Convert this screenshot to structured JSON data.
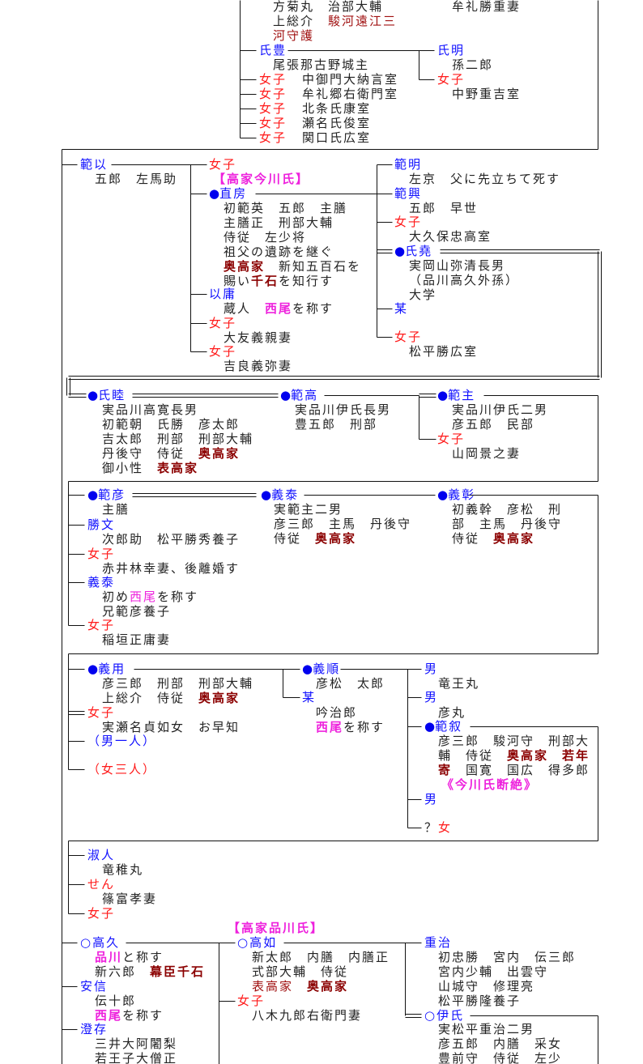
{
  "colors": {
    "name": "#1010ff",
    "female": "#ff1a1a",
    "title": "#8b0000",
    "house": "#ee22dd",
    "text": "#222222"
  },
  "blocks": [
    {
      "lines": [
        [
          [
            "方菊丸　治部大輔",
            "k"
          ]
        ],
        [
          [
            "上総介　",
            "k"
          ],
          [
            "駿河遠江三",
            "dn"
          ]
        ],
        [
          [
            "河守護",
            "dn"
          ]
        ]
      ]
    },
    {
      "lines": [
        [
          [
            "牟礼勝重妻",
            "k"
          ]
        ]
      ]
    },
    {
      "lines": [
        [
          [
            "氏豊",
            "b"
          ]
        ]
      ]
    },
    {
      "lines": [
        [
          [
            "尾張那古野城主",
            "k"
          ]
        ]
      ]
    },
    {
      "lines": [
        [
          [
            "女子",
            "r"
          ]
        ],
        [
          [
            "女子",
            "r"
          ]
        ],
        [
          [
            "女子",
            "r"
          ]
        ],
        [
          [
            "女子",
            "r"
          ]
        ],
        [
          [
            "女子",
            "r"
          ]
        ]
      ]
    },
    {
      "lines": [
        [
          [
            "中御門大納言室",
            "k"
          ]
        ],
        [
          [
            "牟礼郷右衛門室",
            "k"
          ]
        ],
        [
          [
            "北条氏康室",
            "k"
          ]
        ],
        [
          [
            "瀬名氏俊室",
            "k"
          ]
        ],
        [
          [
            "関口氏広室",
            "k"
          ]
        ]
      ]
    },
    {
      "lines": [
        [
          [
            "氏明",
            "b"
          ]
        ]
      ]
    },
    {
      "lines": [
        [
          [
            "孫二郎",
            "k"
          ]
        ]
      ]
    },
    {
      "lines": [
        [
          [
            "女子",
            "r"
          ]
        ]
      ]
    },
    {
      "lines": [
        [
          [
            "中野重吉室",
            "k"
          ]
        ]
      ]
    },
    {
      "lines": [
        [
          [
            "範以",
            "b"
          ]
        ]
      ]
    },
    {
      "lines": [
        [
          [
            "五郎　左馬助",
            "k"
          ]
        ]
      ]
    },
    {
      "lines": [
        [
          [
            "女子",
            "r"
          ]
        ]
      ]
    },
    {
      "lines": [
        [
          [
            "【高家今川氏】",
            "m"
          ]
        ]
      ]
    },
    {
      "lines": [
        [
          [
            "●",
            "dot"
          ],
          [
            "直房",
            "b"
          ]
        ]
      ]
    },
    {
      "lines": [
        [
          [
            "初範英　五郎　主膳",
            "k"
          ]
        ],
        [
          [
            "主膳正　刑部大輔",
            "k"
          ]
        ],
        [
          [
            "侍従　左少将",
            "k"
          ]
        ],
        [
          [
            "祖父の遺跡を継ぐ",
            "k"
          ]
        ],
        [
          [
            "奥高家",
            "d"
          ],
          [
            "　新知五百石を",
            "k"
          ]
        ],
        [
          [
            "賜い",
            "k"
          ],
          [
            "千石",
            "d"
          ],
          [
            "を知行す",
            "k"
          ]
        ]
      ]
    },
    {
      "lines": [
        [
          [
            "以庸",
            "b"
          ]
        ]
      ]
    },
    {
      "lines": [
        [
          [
            "蔵人　",
            "k"
          ],
          [
            "西尾",
            "m"
          ],
          [
            "を称す",
            "k"
          ]
        ]
      ]
    },
    {
      "lines": [
        [
          [
            "女子",
            "r"
          ]
        ]
      ]
    },
    {
      "lines": [
        [
          [
            "大友義親妻",
            "k"
          ]
        ]
      ]
    },
    {
      "lines": [
        [
          [
            "女子",
            "r"
          ]
        ]
      ]
    },
    {
      "lines": [
        [
          [
            "吉良義弥妻",
            "k"
          ]
        ]
      ]
    },
    {
      "lines": [
        [
          [
            "範明",
            "b"
          ]
        ]
      ]
    },
    {
      "lines": [
        [
          [
            "左京　父に先立ちて死す",
            "k"
          ]
        ]
      ]
    },
    {
      "lines": [
        [
          [
            "範興",
            "b"
          ]
        ]
      ]
    },
    {
      "lines": [
        [
          [
            "五郎　早世",
            "k"
          ]
        ]
      ]
    },
    {
      "lines": [
        [
          [
            "女子",
            "r"
          ]
        ]
      ]
    },
    {
      "lines": [
        [
          [
            "大久保忠高室",
            "k"
          ]
        ]
      ]
    },
    {
      "lines": [
        [
          [
            "●",
            "dot"
          ],
          [
            "氏堯",
            "b"
          ]
        ]
      ]
    },
    {
      "lines": [
        [
          [
            "実岡山弥清長男",
            "k"
          ]
        ],
        [
          [
            "（品川高久外孫）",
            "k"
          ]
        ],
        [
          [
            "大学",
            "k"
          ]
        ]
      ]
    },
    {
      "lines": [
        [
          [
            "某",
            "b"
          ]
        ]
      ]
    },
    {
      "lines": [
        [
          [
            "女子",
            "r"
          ]
        ]
      ]
    },
    {
      "lines": [
        [
          [
            "松平勝広室",
            "k"
          ]
        ]
      ]
    },
    {
      "lines": [
        [
          [
            "●",
            "dot"
          ],
          [
            "氏睦",
            "b"
          ]
        ]
      ]
    },
    {
      "lines": [
        [
          [
            "実品川高寛長男",
            "k"
          ]
        ],
        [
          [
            "初範朝　氏勝　彦太郎",
            "k"
          ]
        ],
        [
          [
            "吉太郎　刑部　刑部大輔",
            "k"
          ]
        ],
        [
          [
            "丹後守　侍従　",
            "k"
          ],
          [
            "奥高家",
            "d"
          ]
        ],
        [
          [
            "御小性　",
            "k"
          ],
          [
            "表高家",
            "d"
          ]
        ]
      ]
    },
    {
      "lines": [
        [
          [
            "●",
            "dot"
          ],
          [
            "範高",
            "b"
          ]
        ]
      ]
    },
    {
      "lines": [
        [
          [
            "実品川伊氏長男",
            "k"
          ]
        ],
        [
          [
            "豊五郎　刑部",
            "k"
          ]
        ]
      ]
    },
    {
      "lines": [
        [
          [
            "●",
            "dot"
          ],
          [
            "範主",
            "b"
          ]
        ]
      ]
    },
    {
      "lines": [
        [
          [
            "実品川伊氏二男",
            "k"
          ]
        ],
        [
          [
            "彦五郎　民部",
            "k"
          ]
        ]
      ]
    },
    {
      "lines": [
        [
          [
            "女子",
            "r"
          ]
        ]
      ]
    },
    {
      "lines": [
        [
          [
            "山岡景之妻",
            "k"
          ]
        ]
      ]
    },
    {
      "lines": [
        [
          [
            "●",
            "dot"
          ],
          [
            "範彦",
            "b"
          ]
        ]
      ]
    },
    {
      "lines": [
        [
          [
            "主膳",
            "k"
          ]
        ]
      ]
    },
    {
      "lines": [
        [
          [
            "勝文",
            "b"
          ]
        ]
      ]
    },
    {
      "lines": [
        [
          [
            "次郎助　松平勝秀養子",
            "k"
          ]
        ]
      ]
    },
    {
      "lines": [
        [
          [
            "女子",
            "r"
          ]
        ]
      ]
    },
    {
      "lines": [
        [
          [
            "赤井林幸妻、後離婚す",
            "k"
          ]
        ]
      ]
    },
    {
      "lines": [
        [
          [
            "義泰",
            "b"
          ]
        ]
      ]
    },
    {
      "lines": [
        [
          [
            "初め",
            "k"
          ],
          [
            "西尾",
            "mn"
          ],
          [
            "を称す",
            "k"
          ]
        ],
        [
          [
            "兄範彦養子",
            "k"
          ]
        ]
      ]
    },
    {
      "lines": [
        [
          [
            "女子",
            "r"
          ]
        ]
      ]
    },
    {
      "lines": [
        [
          [
            "稲垣正庸妻",
            "k"
          ]
        ]
      ]
    },
    {
      "lines": [
        [
          [
            "●",
            "dot"
          ],
          [
            "義泰",
            "b"
          ]
        ]
      ]
    },
    {
      "lines": [
        [
          [
            "実範主二男",
            "k"
          ]
        ],
        [
          [
            "彦三郎　主馬　丹後守",
            "k"
          ]
        ],
        [
          [
            "侍従　",
            "k"
          ],
          [
            "奥高家",
            "d"
          ]
        ]
      ]
    },
    {
      "lines": [
        [
          [
            "●",
            "dot"
          ],
          [
            "義彰",
            "b"
          ]
        ]
      ]
    },
    {
      "lines": [
        [
          [
            "初義幹　彦松　刑",
            "k"
          ]
        ],
        [
          [
            "部　主馬　丹後守",
            "k"
          ]
        ],
        [
          [
            "侍従　",
            "k"
          ],
          [
            "奥高家",
            "d"
          ]
        ]
      ]
    },
    {
      "lines": [
        [
          [
            "●",
            "dot"
          ],
          [
            "義用",
            "b"
          ]
        ]
      ]
    },
    {
      "lines": [
        [
          [
            "彦三郎　刑部　刑部大輔",
            "k"
          ]
        ],
        [
          [
            "上総介　侍従　",
            "k"
          ],
          [
            "奥高家",
            "d"
          ]
        ]
      ]
    },
    {
      "lines": [
        [
          [
            "女子",
            "r"
          ]
        ]
      ]
    },
    {
      "lines": [
        [
          [
            "実瀬名貞如女　お早知",
            "k"
          ]
        ]
      ]
    },
    {
      "lines": [
        [
          [
            "（男一人）",
            "b"
          ]
        ]
      ]
    },
    {
      "lines": [
        [
          [
            "（女三人）",
            "r"
          ]
        ]
      ]
    },
    {
      "lines": [
        [
          [
            "●",
            "dot"
          ],
          [
            "義順",
            "b"
          ]
        ]
      ]
    },
    {
      "lines": [
        [
          [
            "彦松　太郎",
            "k"
          ]
        ]
      ]
    },
    {
      "lines": [
        [
          [
            "某",
            "b"
          ]
        ]
      ]
    },
    {
      "lines": [
        [
          [
            "吟治郎",
            "k"
          ]
        ],
        [
          [
            "西尾",
            "m"
          ],
          [
            "を称す",
            "k"
          ]
        ]
      ]
    },
    {
      "lines": [
        [
          [
            "男",
            "b"
          ]
        ]
      ]
    },
    {
      "lines": [
        [
          [
            "竜王丸",
            "k"
          ]
        ]
      ]
    },
    {
      "lines": [
        [
          [
            "男",
            "b"
          ]
        ]
      ]
    },
    {
      "lines": [
        [
          [
            "彦丸",
            "k"
          ]
        ]
      ]
    },
    {
      "lines": [
        [
          [
            "●",
            "dot"
          ],
          [
            "範叙",
            "b"
          ]
        ]
      ]
    },
    {
      "lines": [
        [
          [
            "彦三郎　駿河守　刑部大",
            "k"
          ]
        ],
        [
          [
            "輔　侍従　",
            "k"
          ],
          [
            "奥高家",
            "d"
          ],
          [
            "　",
            "k"
          ],
          [
            "若年",
            "d"
          ]
        ],
        [
          [
            "寄",
            "d"
          ],
          [
            "　国寛　国広　得多郎",
            "k"
          ]
        ]
      ]
    },
    {
      "lines": [
        [
          [
            "《今川氏断絶》",
            "m"
          ]
        ]
      ]
    },
    {
      "lines": [
        [
          [
            "男",
            "b"
          ]
        ]
      ]
    },
    {
      "lines": [
        [
          [
            "？",
            "k"
          ],
          [
            "女",
            "r"
          ]
        ]
      ]
    },
    {
      "lines": [
        [
          [
            "淑人",
            "b"
          ]
        ]
      ]
    },
    {
      "lines": [
        [
          [
            "竜稚丸",
            "k"
          ]
        ]
      ]
    },
    {
      "lines": [
        [
          [
            "せん",
            "r"
          ]
        ]
      ]
    },
    {
      "lines": [
        [
          [
            "篠富孝妻",
            "k"
          ]
        ]
      ]
    },
    {
      "lines": [
        [
          [
            "女子",
            "r"
          ]
        ]
      ]
    },
    {
      "lines": [
        [
          [
            "【高家品川氏】",
            "m"
          ]
        ]
      ]
    },
    {
      "lines": [
        [
          [
            "○",
            "b"
          ],
          [
            "高久",
            "b"
          ]
        ]
      ]
    },
    {
      "lines": [
        [
          [
            "品川",
            "m"
          ],
          [
            "と称す",
            "k"
          ]
        ],
        [
          [
            "新六郎　",
            "k"
          ],
          [
            "幕臣千石",
            "d"
          ]
        ]
      ]
    },
    {
      "lines": [
        [
          [
            "安信",
            "b"
          ]
        ]
      ]
    },
    {
      "lines": [
        [
          [
            "伝十郎",
            "k"
          ]
        ],
        [
          [
            "西尾",
            "m"
          ],
          [
            "を称す",
            "k"
          ]
        ]
      ]
    },
    {
      "lines": [
        [
          [
            "澄存",
            "b"
          ]
        ]
      ]
    },
    {
      "lines": [
        [
          [
            "三井大阿闍梨",
            "k"
          ]
        ],
        [
          [
            "若王子大僧正",
            "k"
          ]
        ]
      ]
    },
    {
      "lines": [
        [
          [
            "○",
            "b"
          ],
          [
            "高如",
            "b"
          ]
        ]
      ]
    },
    {
      "lines": [
        [
          [
            "新太郎　内膳　内膳正",
            "k"
          ]
        ],
        [
          [
            "式部大輔　侍従",
            "k"
          ]
        ],
        [
          [
            "表高家",
            "dn"
          ],
          [
            "　",
            "k"
          ],
          [
            "奥高家",
            "d"
          ]
        ]
      ]
    },
    {
      "lines": [
        [
          [
            "女子",
            "r"
          ]
        ]
      ]
    },
    {
      "lines": [
        [
          [
            "八木九郎右衛門妻",
            "k"
          ]
        ]
      ]
    },
    {
      "lines": [
        [
          [
            "重治",
            "b"
          ]
        ]
      ]
    },
    {
      "lines": [
        [
          [
            "初忠勝　宮内　伝三郎",
            "k"
          ]
        ],
        [
          [
            "宮内少輔　出雲守",
            "k"
          ]
        ],
        [
          [
            "山城守　修理亮",
            "k"
          ]
        ],
        [
          [
            "松平勝隆養子",
            "k"
          ]
        ]
      ]
    },
    {
      "lines": [
        [
          [
            "○",
            "b"
          ],
          [
            "伊氏",
            "b"
          ]
        ]
      ]
    },
    {
      "lines": [
        [
          [
            "実松平重治二男",
            "k"
          ]
        ],
        [
          [
            "彦五郎　内膳　采女",
            "k"
          ]
        ],
        [
          [
            "豊前守　侍従　左少",
            "k"
          ]
        ]
      ]
    }
  ]
}
